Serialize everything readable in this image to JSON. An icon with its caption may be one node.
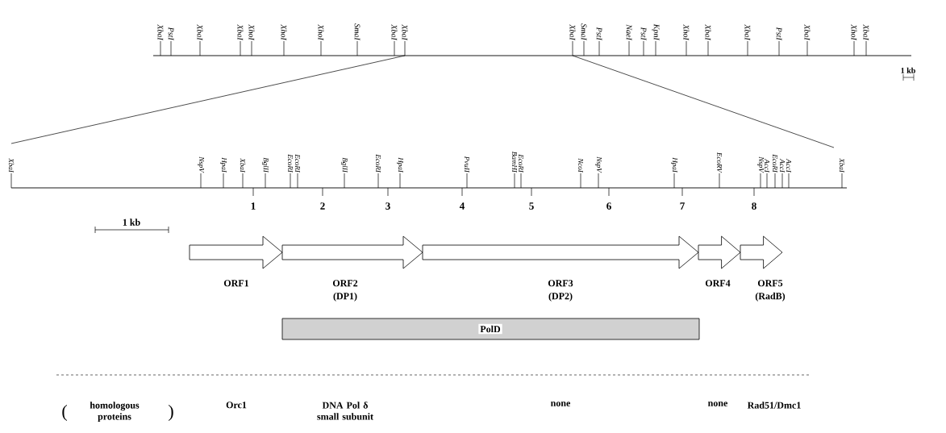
{
  "diagram": {
    "nodes": [
      {
        "text": [
          "ORF1"
        ]
      },
      {
        "text": [
          "ORF2",
          "(DP1)"
        ]
      },
      {
        "text": [
          "ORF3",
          "(DP2)"
        ]
      },
      {
        "text": [
          "ORF4"
        ]
      },
      {
        "text": [
          "ORF5",
          "(RadB)"
        ]
      },
      {
        "text": [
          "PolD"
        ]
      }
    ],
    "labels": [
      "XbaI",
      "PstI",
      "XbaI",
      "XbaI",
      "XhoI",
      "XhoI",
      "XhoI",
      "SmaI",
      "XbaI",
      "XbaI",
      "XbaI",
      "SmaI",
      "PstI",
      "NaeI",
      "PstI",
      "KpnI",
      "XhoI",
      "XbaI",
      "XbaI",
      "PstI",
      "XbaI",
      "XhoI",
      "XbaI",
      "1 kb",
      "XbaI",
      "NspV",
      "HpaI",
      "XbaI",
      "BglII",
      "EcoRI",
      "EcoRI",
      "BglII",
      "EcoRI",
      "HpaI",
      "PvuII",
      "BamHI",
      "EcoRI",
      "NcoI",
      "NspV",
      "HpaI",
      "EcoRV",
      "NspV",
      "AccI",
      "EcoRI",
      "AccI",
      "AccI",
      "XbaI",
      "1",
      "2",
      "3",
      "4",
      "5",
      "6",
      "7",
      "8",
      "1 kb",
      "(",
      "homologous proteins",
      ")",
      "Orc1",
      "DNA Pol δ small subunit",
      "none",
      "none",
      "Rad51/Dmc1"
    ]
  }
}
